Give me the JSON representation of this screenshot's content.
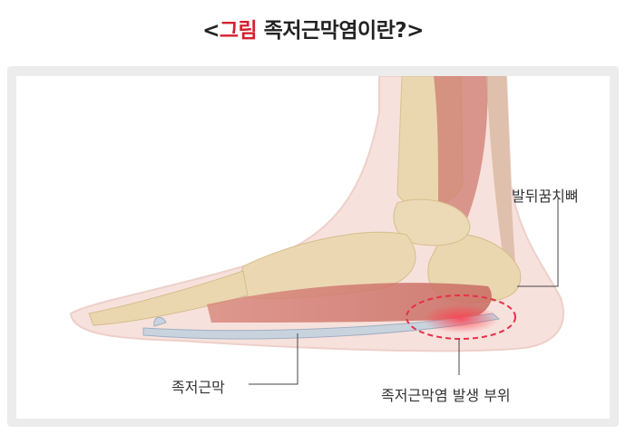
{
  "title": {
    "open_bracket": "<",
    "accent": "그림",
    "main": " 족저근막염이란?",
    "close_bracket": ">"
  },
  "labels": {
    "heel_bone": "발뒤꿈치뼈",
    "plantar_fascia": "족저근막",
    "inflammation_site": "족저근막염 발생 부위"
  },
  "colors": {
    "accent": "#d61f2f",
    "highlight": "#e8304a"
  }
}
